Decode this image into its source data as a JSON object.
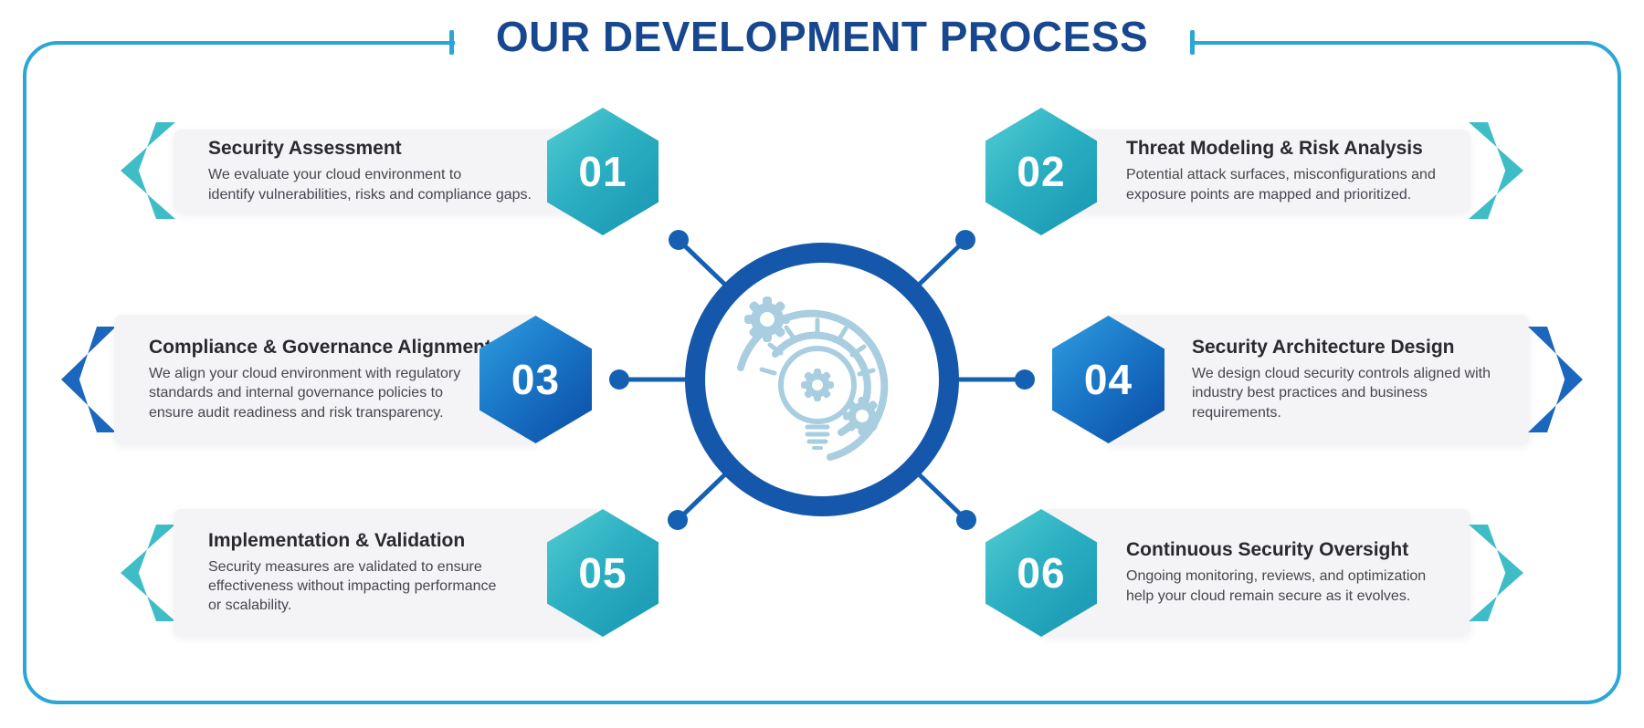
{
  "title": "OUR DEVELOPMENT PROCESS",
  "steps": [
    {
      "number": "01",
      "title": "Security Assessment",
      "description": "We evaluate your cloud environment to\nidentify vulnerabilities, risks and compliance gaps.",
      "theme": "teal",
      "side": "left"
    },
    {
      "number": "02",
      "title": "Threat Modeling & Risk Analysis",
      "description": "Potential attack surfaces, misconfigurations and\nexposure points are mapped and prioritized.",
      "theme": "teal",
      "side": "right"
    },
    {
      "number": "03",
      "title": "Compliance & Governance Alignment",
      "description": "We align your cloud environment with regulatory\nstandards and internal governance policies to\nensure audit readiness and risk transparency.",
      "theme": "blue",
      "side": "left"
    },
    {
      "number": "04",
      "title": "Security Architecture Design",
      "description": "We design cloud security controls aligned with\nindustry best practices and business requirements.",
      "theme": "blue",
      "side": "right"
    },
    {
      "number": "05",
      "title": "Implementation & Validation",
      "description": "Security measures are validated to ensure\neffectiveness without impacting performance\nor scalability.",
      "theme": "teal",
      "side": "left"
    },
    {
      "number": "06",
      "title": "Continuous Security Oversight",
      "description": "Ongoing monitoring, reviews, and optimization\nhelp your cloud remain secure as it evolves.",
      "theme": "teal",
      "side": "right"
    }
  ],
  "center": {
    "icon": "lightbulb-gears-icon"
  },
  "colors": {
    "title_text": "#17478e",
    "frame_border": "#2ba6d6",
    "teal_gradient_start": "#54cdd2",
    "teal_gradient_end": "#1795b2",
    "blue_gradient_start": "#2f9fe0",
    "blue_gradient_end": "#0a4ca5",
    "teal_chevron": "#3fbdc7",
    "blue_chevron": "#1b67bd",
    "connector_blue": "#1560b2",
    "ring_blue": "#1558ab",
    "icon_light_blue": "#a8cee0",
    "bar_background": "#f4f3f5",
    "step_title_text": "#29292f",
    "step_desc_text": "#46464f",
    "number_text": "#ffffff"
  }
}
